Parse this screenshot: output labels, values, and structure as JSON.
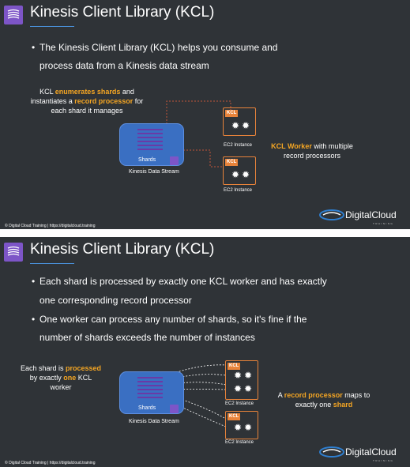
{
  "slide1": {
    "title": "Kinesis Client Library (KCL)",
    "bullet1_line1": "The Kinesis Client Library (KCL) helps you consume and",
    "bullet1_line2": "process data from a Kinesis data stream",
    "callout_left": {
      "p1": "KCL ",
      "p2": "enumerates shards",
      "p3": " and",
      "p4": "instantiates a ",
      "p5": "record processor",
      "p6": " for",
      "p7": "each shard it manages"
    },
    "callout_right": {
      "p1": "KCL Worker",
      "p2": " with multiple",
      "p3": "record processors"
    },
    "shards_label": "Shards",
    "stream_label": "Kinesis Data Stream",
    "ec2_label_1": "EC2 Instance",
    "ec2_label_2": "EC2 Instance",
    "kcl_badge_1": "KCL",
    "kcl_badge_2": "KCL",
    "footer": "© Digital Cloud Training  |  https://digitalcloud.training",
    "brand": "DigitalCloud",
    "brand_sub": "TRAINING"
  },
  "slide2": {
    "title": "Kinesis Client Library (KCL)",
    "bullet1_line1": "Each shard is processed by exactly one KCL worker and has exactly",
    "bullet1_line2": "one corresponding record processor",
    "bullet2_line1": "One worker can process any number of shards, so it's fine if the",
    "bullet2_line2": "number of shards exceeds the number of instances",
    "callout_left": {
      "p1": "Each shard is ",
      "p2": "processed",
      "p3": "by exactly ",
      "p4": "one",
      "p5": " KCL",
      "p6": "worker"
    },
    "callout_right": {
      "p1": "A ",
      "p2": "record processor",
      "p3": " maps to",
      "p4": "exactly one ",
      "p5": "shard"
    },
    "shards_label": "Shards",
    "stream_label": "Kinesis Data Stream",
    "ec2_label_1": "EC2 Instance",
    "ec2_label_2": "EC2 Instance",
    "kcl_badge_1": "KCL",
    "kcl_badge_2": "KCL",
    "footer": "© Digital Cloud Training  |  https://digitalcloud.training",
    "brand": "DigitalCloud",
    "brand_sub": "TRAINING"
  },
  "colors": {
    "background": "#2f3337",
    "highlight": "#f5a623",
    "stream_blue": "#3a6fc2",
    "shard_purple": "#6a3aa6",
    "ec2_orange": "#e8833a",
    "brand_purple": "#7d55c7"
  },
  "icons": [
    "kinesis-logo-icon",
    "gear-icon",
    "digitalcloud-logo-icon"
  ]
}
